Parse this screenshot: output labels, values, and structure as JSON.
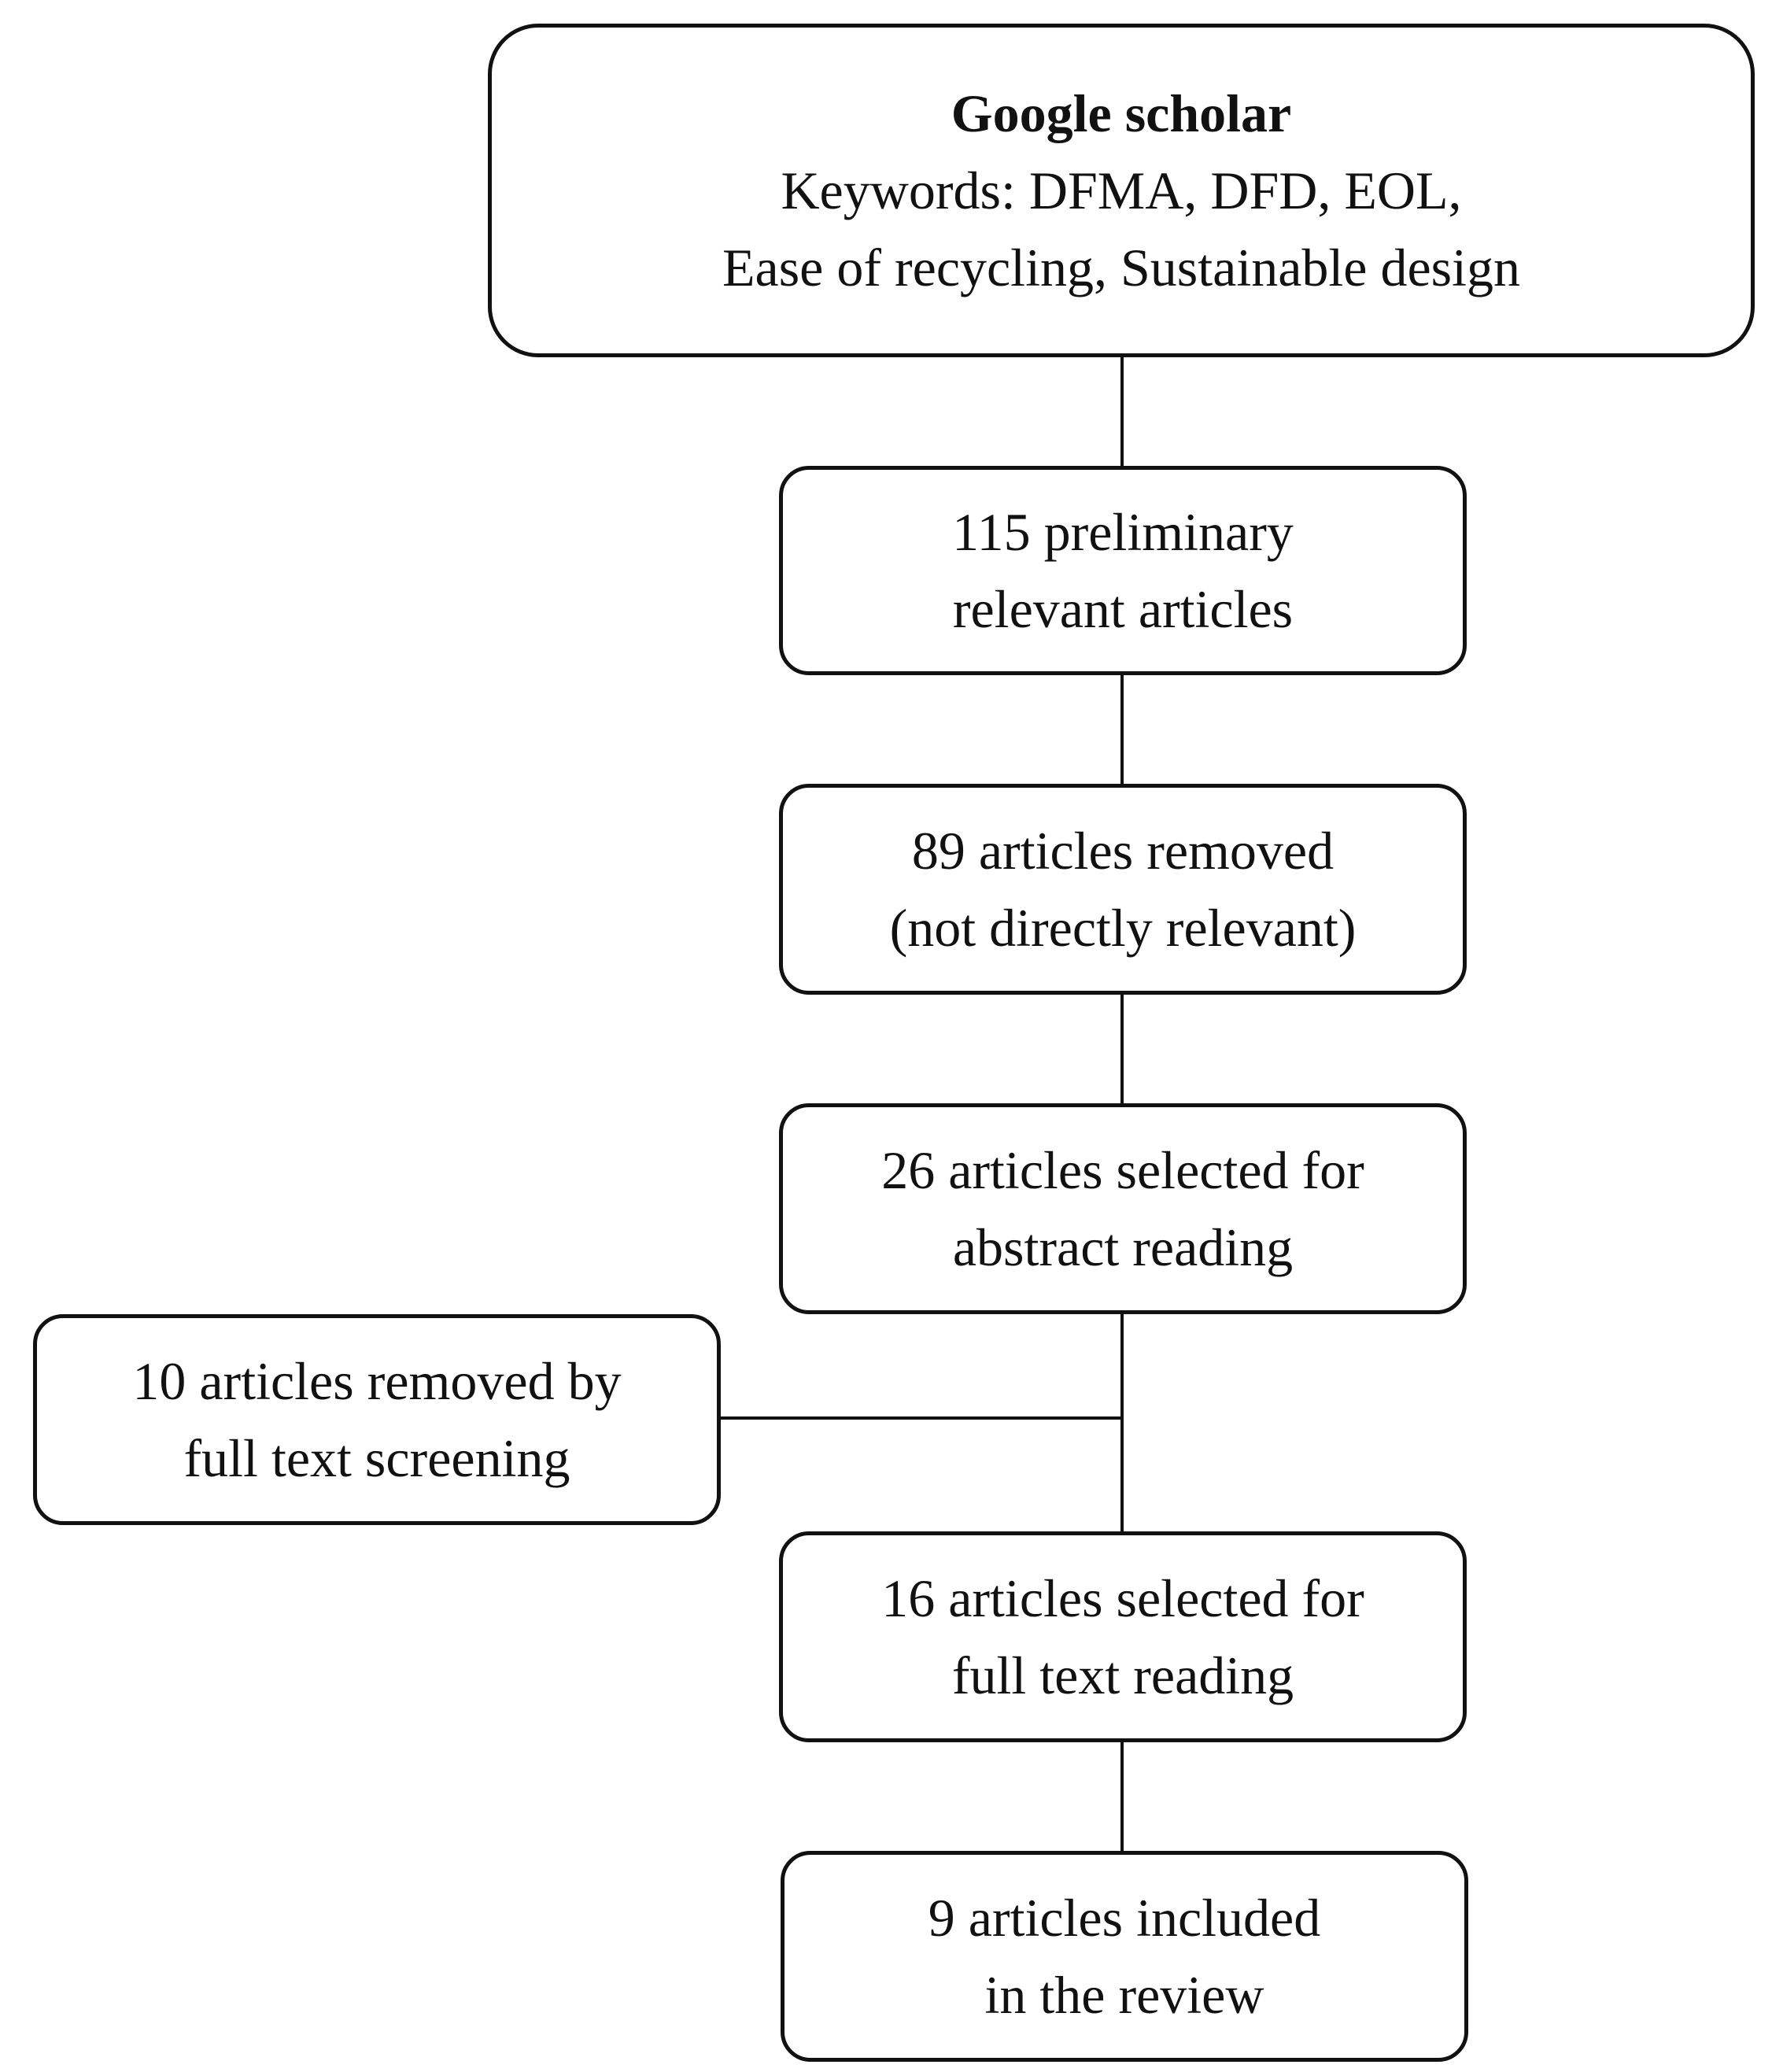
{
  "source": {
    "title": "Google scholar",
    "lines": [
      "Keywords: DFMA, DFD, EOL,",
      "Ease of recycling, Sustainable design"
    ]
  },
  "steps": [
    {
      "lines": [
        "115 preliminary",
        "relevant articles"
      ]
    },
    {
      "lines": [
        "89 articles removed",
        "(not directly relevant)"
      ]
    },
    {
      "lines": [
        "26 articles selected for",
        "abstract reading"
      ]
    },
    {
      "lines": [
        "16 articles selected for",
        "full text reading"
      ]
    },
    {
      "lines": [
        "9 articles included",
        "in the review"
      ]
    }
  ],
  "exclusion": {
    "lines": [
      "10 articles removed by",
      "full text screening"
    ]
  }
}
